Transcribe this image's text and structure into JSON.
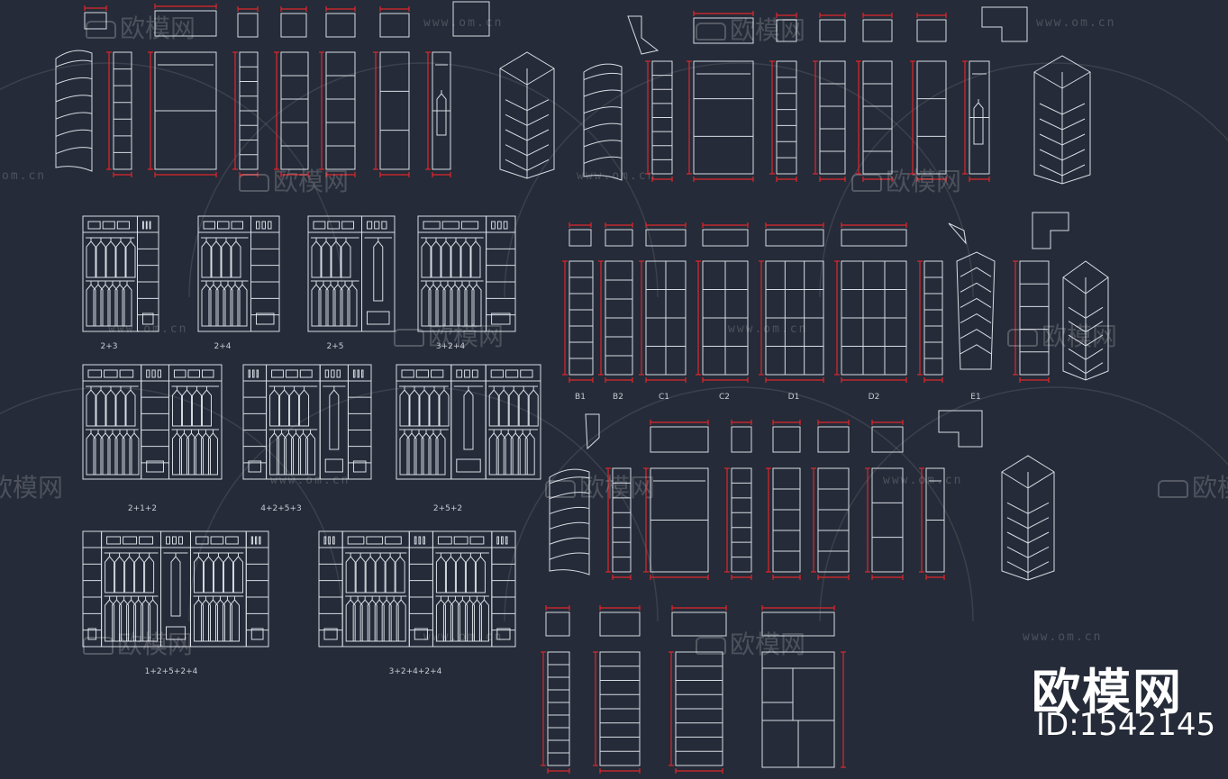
{
  "brand": {
    "title": "欧模网",
    "id_label": "ID:1542145"
  },
  "watermark": {
    "logo_text": "欧模网",
    "url_text": "www.om.cn",
    "url_text_short": "om.cn"
  },
  "colors": {
    "background": "#252b38",
    "lines": "#d8dce3",
    "dimensions": "#e0262b",
    "watermark": "rgba(255,255,255,0.18)"
  },
  "labels": {
    "combo_2_3": "2+3",
    "combo_2_4": "2+4",
    "combo_2_5": "2+5",
    "combo_3_2_4": "3+2+4",
    "combo_2_1_2": "2+1+2",
    "combo_4_2_5_3": "4+2+5+3",
    "combo_2_5_2": "2+5+2",
    "combo_1_2_5_2_4": "1+2+5+2+4",
    "combo_3_2_4_2_4": "3+2+4+2+4",
    "b1": "B1",
    "b2": "B2",
    "c1": "C1",
    "c2": "C2",
    "d1": "D1",
    "d2": "D2",
    "e1": "E1"
  }
}
